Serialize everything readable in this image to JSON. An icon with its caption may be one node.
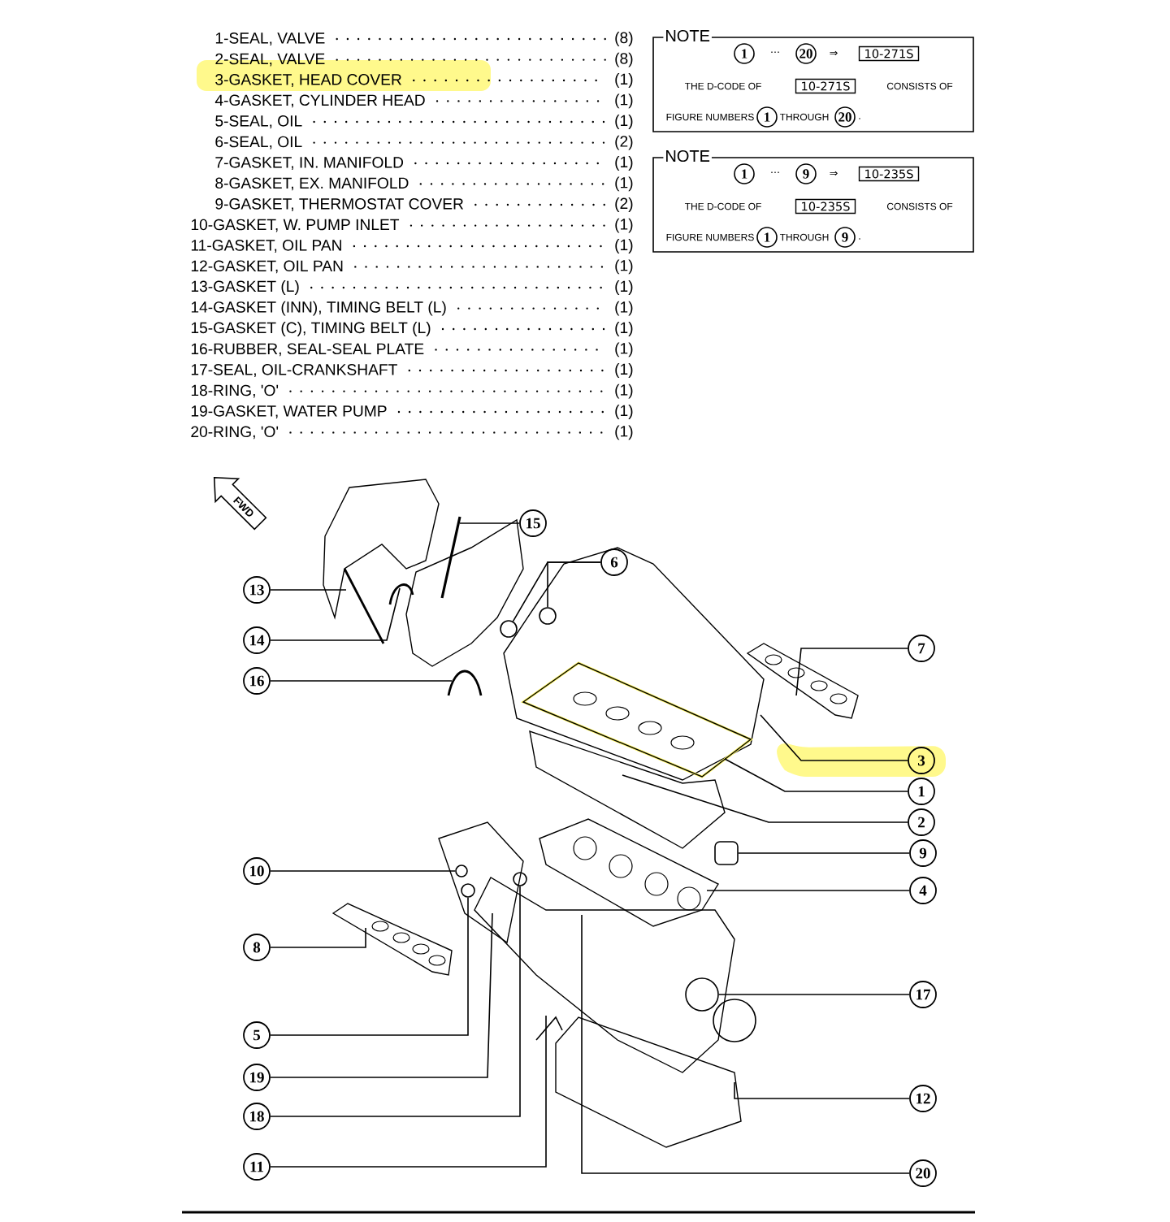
{
  "diagram": {
    "nodes": [
      {
        "text": [
          "NOTE",
          "···",
          "⇒",
          "THE D-CODE OF",
          "CONSISTS OF",
          "FIGURE NUMBERS",
          "THROUGH",
          "."
        ]
      },
      {
        "text": [
          "1"
        ],
        "in": 0
      },
      {
        "text": [
          "20"
        ],
        "in": 0
      },
      {
        "text": [
          "10-271S"
        ],
        "in": 0
      },
      {
        "text": [
          "10-271S"
        ],
        "in": 0
      },
      {
        "text": [
          "1"
        ],
        "in": 0
      },
      {
        "text": [
          "20"
        ],
        "in": 0
      },
      {
        "text": [
          "NOTE",
          "···",
          "⇒",
          "THE D-CODE OF",
          "CONSISTS OF",
          "FIGURE NUMBERS",
          "THROUGH",
          "."
        ]
      },
      {
        "text": [
          "1"
        ],
        "in": 7
      },
      {
        "text": [
          "9"
        ],
        "in": 7
      },
      {
        "text": [
          "10-235S"
        ],
        "in": 7
      },
      {
        "text": [
          "10-235S"
        ],
        "in": 7
      },
      {
        "text": [
          "1"
        ],
        "in": 7
      },
      {
        "text": [
          "9"
        ],
        "in": 7
      },
      {
        "text": [
          "15"
        ]
      },
      {
        "text": [
          "6"
        ]
      },
      {
        "text": [
          "13"
        ]
      },
      {
        "text": [
          "14"
        ]
      },
      {
        "text": [
          "7"
        ]
      },
      {
        "text": [
          "16"
        ]
      },
      {
        "text": [
          "3"
        ]
      },
      {
        "text": [
          "1"
        ]
      },
      {
        "text": [
          "2"
        ]
      },
      {
        "text": [
          "9"
        ]
      },
      {
        "text": [
          "10"
        ]
      },
      {
        "text": [
          "4"
        ]
      },
      {
        "text": [
          "8"
        ]
      },
      {
        "text": [
          "17"
        ]
      },
      {
        "text": [
          "5"
        ]
      },
      {
        "text": [
          "19"
        ]
      },
      {
        "text": [
          "12"
        ]
      },
      {
        "text": [
          "18"
        ]
      },
      {
        "text": [
          "11"
        ]
      },
      {
        "text": [
          "20"
        ]
      },
      {
        "text": [],
        "shape": "circle"
      },
      {
        "text": [],
        "shape": "circle"
      },
      {
        "text": [],
        "shape": "circle"
      },
      {
        "text": [],
        "shape": "circle"
      },
      {
        "text": [],
        "shape": "circle"
      },
      {
        "text": [],
        "shape": "box"
      },
      {
        "text": [],
        "shape": "circle"
      }
    ],
    "edges": [
      {
        "from": 14,
        "to": null,
        "arrow": "none"
      },
      {
        "from": 15,
        "to": 35,
        "arrow": "none"
      },
      {
        "from": 15,
        "to": 34,
        "arrow": "none"
      },
      {
        "from": 16,
        "to": null,
        "arrow": "none"
      },
      {
        "from": 17,
        "to": null,
        "arrow": "none"
      },
      {
        "from": 18,
        "to": null,
        "arrow": "none"
      },
      {
        "from": 19,
        "to": null,
        "arrow": "none"
      },
      {
        "from": 20,
        "to": null,
        "arrow": "none"
      },
      {
        "from": 21,
        "to": null,
        "arrow": "none"
      },
      {
        "from": 22,
        "to": null,
        "arrow": "none"
      },
      {
        "from": 23,
        "to": 39,
        "arrow": "none"
      },
      {
        "from": 24,
        "to": 36,
        "arrow": "none"
      },
      {
        "from": 25,
        "to": null,
        "arrow": "none"
      },
      {
        "from": 26,
        "to": null,
        "arrow": "none"
      },
      {
        "from": 27,
        "to": 40,
        "arrow": "none"
      },
      {
        "from": 28,
        "to": 37,
        "arrow": "none"
      },
      {
        "from": 29,
        "to": null,
        "arrow": "none"
      },
      {
        "from": 30,
        "to": null,
        "arrow": "none"
      },
      {
        "from": 31,
        "to": 38,
        "arrow": "none"
      },
      {
        "from": 32,
        "to": null,
        "arrow": "none"
      },
      {
        "from": 33,
        "to": null,
        "arrow": "none"
      }
    ],
    "labels": [
      "1-SEAL, VALVE",
      "(8)",
      "2-SEAL, VALVE",
      "(8)",
      "3-GASKET, HEAD COVER",
      "(1)",
      "4-GASKET, CYLINDER HEAD",
      "(1)",
      "5-SEAL, OIL",
      "(1)",
      "6-SEAL, OIL",
      "(2)",
      "7-GASKET, IN. MANIFOLD",
      "(1)",
      "8-GASKET, EX. MANIFOLD",
      "(1)",
      "9-GASKET, THERMOSTAT COVER",
      "(2)",
      "10-GASKET, W. PUMP INLET",
      "(1)",
      "11-GASKET, OIL PAN",
      "(1)",
      "12-GASKET, OIL PAN",
      "(1)",
      "13-GASKET (L)",
      "(1)",
      "14-GASKET (INN), TIMING BELT (L)",
      "(1)",
      "15-GASKET (C), TIMING BELT (L)",
      "(1)",
      "16-RUBBER, SEAL-SEAL PLATE",
      "(1)",
      "17-SEAL, OIL-CRANKSHAFT",
      "(1)",
      "18-RING, 'O'",
      "(1)",
      "19-GASKET, WATER PUMP",
      "(1)",
      "20-RING, 'O'",
      "(1)",
      "FWD"
    ]
  }
}
